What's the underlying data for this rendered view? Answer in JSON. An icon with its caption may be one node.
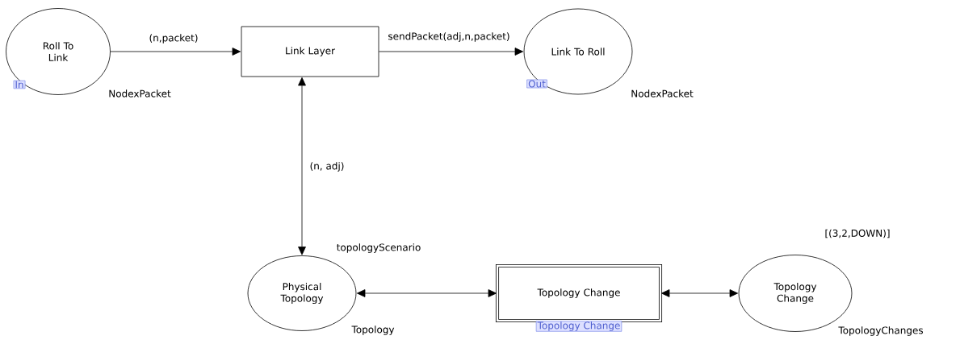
{
  "diagram": {
    "nodes": [
      {
        "text": [
          "Roll To Link"
        ],
        "beside": [
          "In",
          "NodexPacket"
        ]
      },
      {
        "text": [
          "Link Layer"
        ]
      },
      {
        "text": [
          "Link To Roll"
        ],
        "beside": [
          "Out",
          "NodexPacket"
        ]
      },
      {
        "text": [
          "Physical Topology"
        ],
        "beside": [
          "topologyScenario",
          "Topology"
        ]
      },
      {
        "text": [
          "Topology Change"
        ],
        "beside": [
          "Topology Change"
        ]
      },
      {
        "text": [
          "Topology Change"
        ],
        "beside": [
          "[(3,2,DOWN)]",
          "TopologyChanges"
        ]
      }
    ],
    "edges": [
      {
        "from": 0,
        "to": 1,
        "arrow": "to",
        "label": "(n,packet)"
      },
      {
        "from": 1,
        "to": 2,
        "arrow": "to",
        "label": "sendPacket(adj,n,packet)"
      },
      {
        "from": 1,
        "to": 3,
        "arrow": "both",
        "label": "(n, adj)"
      },
      {
        "from": 3,
        "to": 4,
        "arrow": "both"
      },
      {
        "from": 4,
        "to": 5,
        "arrow": "both"
      }
    ]
  }
}
